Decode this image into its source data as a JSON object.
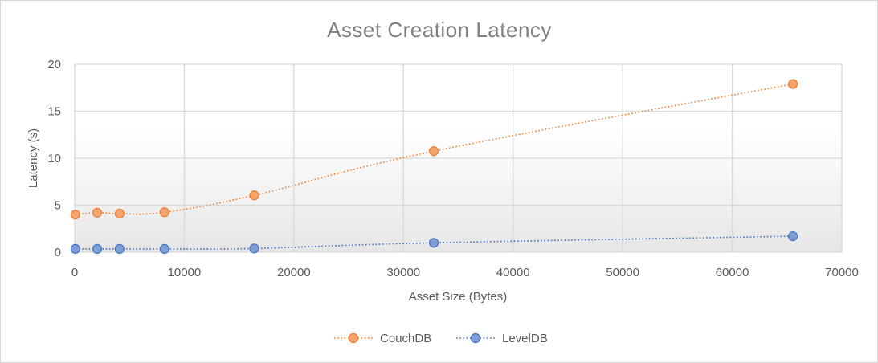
{
  "chart_data": {
    "type": "scatter",
    "title": "Asset Creation Latency",
    "xlabel": "Asset Size (Bytes)",
    "ylabel": "Latency (s)",
    "xlim": [
      0,
      70000
    ],
    "ylim": [
      0,
      20
    ],
    "x_ticks": [
      0,
      10000,
      20000,
      30000,
      40000,
      50000,
      60000,
      70000
    ],
    "y_ticks": [
      0,
      5,
      10,
      15,
      20
    ],
    "grid": true,
    "legend_position": "bottom",
    "series": [
      {
        "name": "CouchDB",
        "color": "#ed7d31",
        "marker_fill": "#f4a46c",
        "x": [
          64,
          2048,
          4096,
          8192,
          16384,
          32768,
          65536
        ],
        "y": [
          4.0,
          4.2,
          4.1,
          4.25,
          6.05,
          10.75,
          17.9
        ]
      },
      {
        "name": "LevelDB",
        "color": "#4472c4",
        "marker_fill": "#7e9fd6",
        "x": [
          64,
          2048,
          4096,
          8192,
          16384,
          32768,
          65536
        ],
        "y": [
          0.35,
          0.35,
          0.35,
          0.35,
          0.4,
          1.0,
          1.7
        ]
      }
    ]
  }
}
